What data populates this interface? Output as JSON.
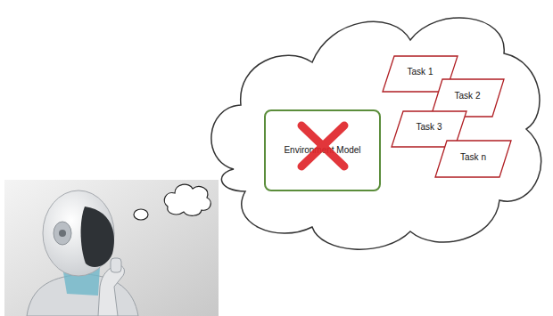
{
  "diagram": {
    "nodes": [
      {
        "text": [
          "Environment Model"
        ]
      },
      {
        "text": [
          "Task 1"
        ]
      },
      {
        "text": [
          "Task 2"
        ]
      },
      {
        "text": [
          "Task 3"
        ]
      },
      {
        "text": [
          "Task n"
        ]
      }
    ]
  }
}
